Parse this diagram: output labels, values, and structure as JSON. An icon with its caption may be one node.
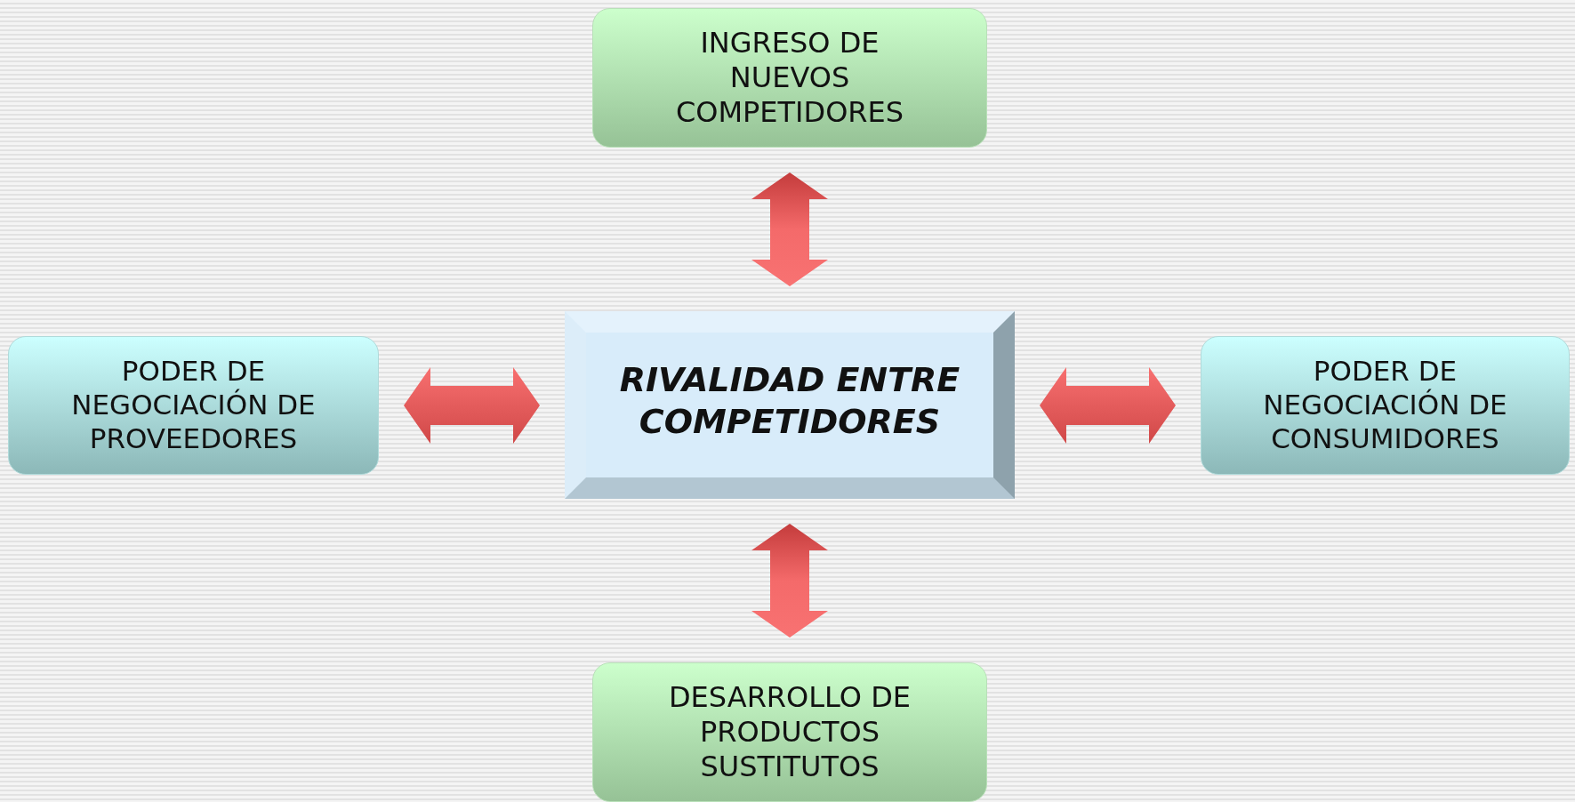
{
  "diagram": {
    "nodes": [
      {
        "text": [
          "INGRESO DE NUEVOS COMPETIDORES"
        ]
      },
      {
        "text": [
          "PODER DE NEGOCIACIÓN DE PROVEEDORES"
        ]
      },
      {
        "text": [
          "RIVALIDAD ENTRE COMPETIDORES"
        ]
      },
      {
        "text": [
          "PODER DE NEGOCIACIÓN DE CONSUMIDORES"
        ]
      },
      {
        "text": [
          "DESARROLLO DE PRODUCTOS SUSTITUTOS"
        ]
      }
    ],
    "edges": [
      {
        "from": 2,
        "to": 0,
        "arrow": "both"
      },
      {
        "from": 1,
        "to": 2,
        "arrow": "both"
      },
      {
        "from": 2,
        "to": 3,
        "arrow": "both"
      },
      {
        "from": 2,
        "to": 4,
        "arrow": "both"
      }
    ]
  }
}
